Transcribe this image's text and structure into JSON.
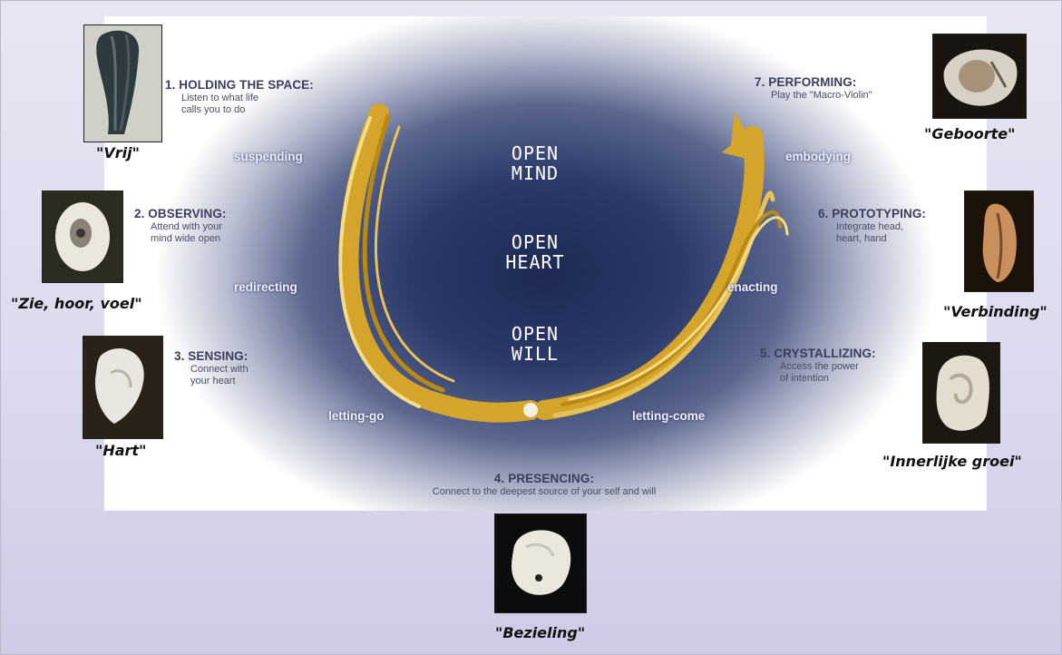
{
  "steps": {
    "s1": {
      "title": "1. HOLDING THE SPACE:",
      "desc": "Listen to what life\ncalls you to do"
    },
    "s2": {
      "title": "2. OBSERVING:",
      "desc": "Attend with your\nmind wide open"
    },
    "s3": {
      "title": "3. SENSING:",
      "desc": "Connect with\nyour heart"
    },
    "s4": {
      "title": "4. PRESENCING:",
      "desc": "Connect to the deepest source of your self and will"
    },
    "s5": {
      "title": "5. CRYSTALLIZING:",
      "desc": "Access the power\nof intention"
    },
    "s6": {
      "title": "6. PROTOTYPING:",
      "desc": "Integrate head,\nheart, hand"
    },
    "s7": {
      "title": "7. PERFORMING:",
      "desc": "Play the \"Macro-Violin\""
    }
  },
  "stages": {
    "suspending": "suspending",
    "redirecting": "redirecting",
    "letting_go": "letting-go",
    "letting_come": "letting-come",
    "enacting": "enacting",
    "embodying": "embodying"
  },
  "open": {
    "mind": "OPEN\nMIND",
    "heart": "OPEN\nHEART",
    "will": "OPEN\nWILL"
  },
  "captions": {
    "vrij": "\"Vrij\"",
    "zie": "\"Zie, hoor, voel\"",
    "hart": "\"Hart\"",
    "bezieling": "\"Bezieling\"",
    "geboorte": "\"Geboorte\"",
    "verbinding": "\"Verbinding\"",
    "innerlijke": "\"Innerlijke groei\""
  },
  "colors": {
    "arrow": "#d4a52a",
    "panel_center": "#1e2a54",
    "background": "#dcdaee"
  }
}
